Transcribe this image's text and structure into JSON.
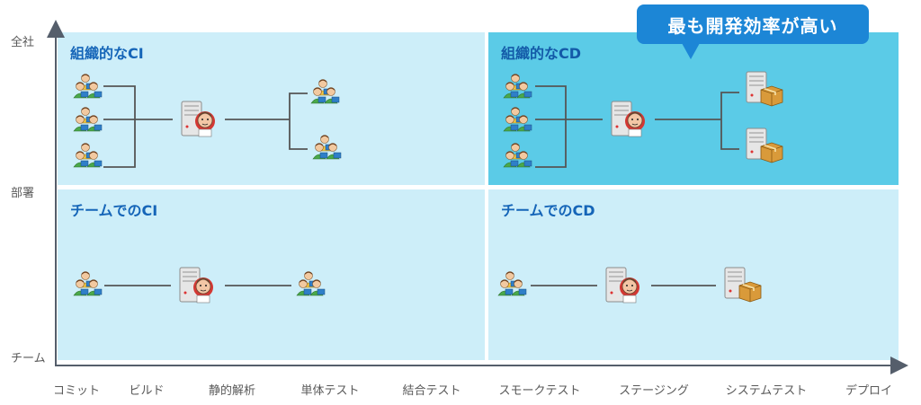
{
  "y_axis": {
    "labels": [
      "全社",
      "部署",
      "チーム"
    ]
  },
  "x_axis": {
    "labels": [
      "コミット",
      "ビルド",
      "静的解析",
      "単体テスト",
      "結合テスト",
      "スモークテスト",
      "ステージング",
      "システムテスト",
      "デプロイ"
    ]
  },
  "quadrants": {
    "org_ci": {
      "title": "組織的なCI"
    },
    "org_cd": {
      "title": "組織的なCD"
    },
    "team_ci": {
      "title": "チームでのCI"
    },
    "team_cd": {
      "title": "チームでのCD"
    }
  },
  "callout": {
    "text": "最も開発効率が高い"
  },
  "colors": {
    "panel_light": "#cdeef9",
    "panel_highlight": "#5bcbe7",
    "title_blue": "#1565b8",
    "callout_blue": "#1c86d6",
    "axis": "#555e6b",
    "connector": "#555555"
  }
}
